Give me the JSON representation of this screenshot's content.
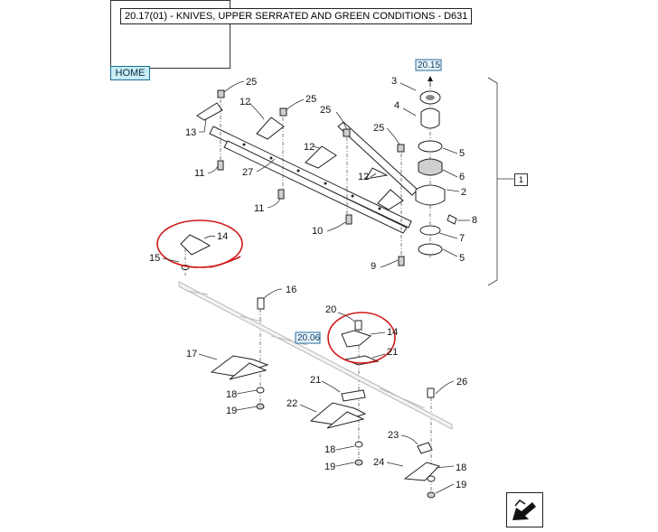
{
  "header": {
    "title": "20.17(01) - KNIVES, UPPER SERRATED AND GREEN CONDITIONS - D631",
    "home_label": "HOME"
  },
  "refs": {
    "upper": "20.15",
    "lower": "20.06",
    "group": "1"
  },
  "callouts": [
    {
      "label": "25"
    },
    {
      "label": "12"
    },
    {
      "label": "25"
    },
    {
      "label": "25"
    },
    {
      "label": "13"
    },
    {
      "label": "12"
    },
    {
      "label": "25"
    },
    {
      "label": "11"
    },
    {
      "label": "27"
    },
    {
      "label": "12"
    },
    {
      "label": "11"
    },
    {
      "label": "10"
    },
    {
      "label": "3"
    },
    {
      "label": "4"
    },
    {
      "label": "5"
    },
    {
      "label": "6"
    },
    {
      "label": "2"
    },
    {
      "label": "8"
    },
    {
      "label": "7"
    },
    {
      "label": "5"
    },
    {
      "label": "9"
    },
    {
      "label": "14"
    },
    {
      "label": "15"
    },
    {
      "label": "16"
    },
    {
      "label": "20"
    },
    {
      "label": "14"
    },
    {
      "label": "21"
    },
    {
      "label": "17"
    },
    {
      "label": "21"
    },
    {
      "label": "26"
    },
    {
      "label": "18"
    },
    {
      "label": "19"
    },
    {
      "label": "22"
    },
    {
      "label": "23"
    },
    {
      "label": "18"
    },
    {
      "label": "19"
    },
    {
      "label": "24"
    },
    {
      "label": "18"
    },
    {
      "label": "19"
    }
  ],
  "icons": {
    "nav": "next-page-arrow-icon"
  },
  "colors": {
    "highlight": "#d01818",
    "reference_fill": "#e8f4fb",
    "home_fill": "#c8ecf5"
  }
}
